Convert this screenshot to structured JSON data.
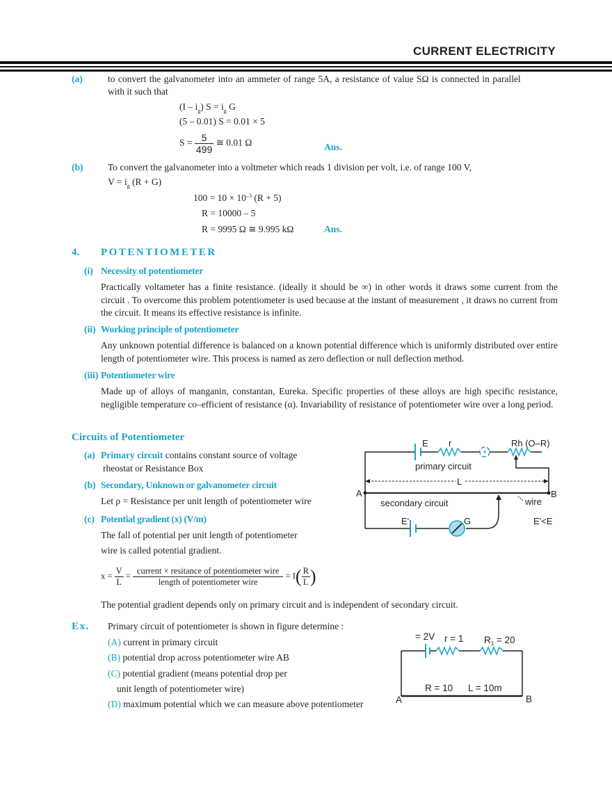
{
  "header": {
    "title": "CURRENT ELECTRICITY"
  },
  "part_a": {
    "label": "(a)",
    "text_line1": "to convert the galvanometer into an ammeter of range 5A, a resistance of value SΩ is connected in parallel",
    "text_line2": "with it such that",
    "eq1_left": "(I – i",
    "eq1_sub": "g",
    "eq1_mid": ") S = i",
    "eq1_sub2": "g",
    "eq1_right": " G",
    "eq2": "(5 – 0.01) S = 0.01 × 5",
    "eq3_left": "S = ",
    "eq3_num": "5",
    "eq3_den": "499",
    "eq3_right": " ≅ 0.01 Ω",
    "ans": "Ans."
  },
  "part_b": {
    "label": "(b)",
    "text_line1": "To convert the galvanometer into a voltmeter which reads 1 division per volt, i.e. of range 100 V,",
    "eq0_left": "V = i",
    "eq0_sub": "g",
    "eq0_right": " (R + G)",
    "eq1_left": "100 = 10 × 10",
    "eq1_sup": "–3",
    "eq1_right": " (R + 5)",
    "eq2": "R = 10000 – 5",
    "eq3": "R = 9995  Ω ≅ 9.995 kΩ",
    "ans": "Ans."
  },
  "section4": {
    "number": "4.",
    "title": "POTENTIOMETER",
    "sub_i": {
      "label": "(i)",
      "title": "Necessity of potentiometer",
      "body": "Practically voltameter has a finite resistance. (ideally it should be ∞) in other words it draws some current from the circuit . To overcome this problem potentiometer  is used because at the instant of measurement , it draws no current from the circuit. It means its effective resistance is infinite."
    },
    "sub_ii": {
      "label": "(ii)",
      "title": "Working principle of potentiometer",
      "body": "Any unknown potential difference is balanced on a known potential difference which is uniformly distributed over entire length of potentiometer wire.  This process is named as zero deflection or null deflection method."
    },
    "sub_iii": {
      "label": "(iii)",
      "title": "Potentiometer  wire",
      "body": "Made up of alloys of manganin, constantan, Eureka. Specific properties of these alloys are high specific resistance, negligible temperature co–efficient  of resistance (α). Invariability of resistance of potentiometer wire over a long period."
    }
  },
  "circuits": {
    "title": "Circuits of Potentiometer",
    "a_label": "(a)",
    "a_title": "Primary circuit",
    "a_text1": " contains constant source of voltage",
    "a_text2": "rheostat or Resistance Box",
    "b_label": "(b)",
    "b_title": "Secondary, Unknown or galvanometer circuit",
    "b_text": "Let ρ = Resistance per unit length of potentiometer wire",
    "c_label": "(c)",
    "c_title": "Potential gradient (x) (V/m)",
    "c_text1": "The fall of potential per unit length of potentiometer",
    "c_text2": "wire is called potential gradient.",
    "formula": {
      "x_eq": "x = ",
      "f1_num": "V",
      "f1_den": "L",
      "eq": " = ",
      "f2_num": "current  ×  resitance of potentiometer wire",
      "f2_den": "length of potentiometer wire",
      "eq2": " = I",
      "f3_num": "R",
      "f3_den": "L"
    },
    "note": "The potential gradient depends only on primary circuit and is independent of secondary circuit."
  },
  "diagram1": {
    "label_E": "E",
    "label_r": "r",
    "label_Rh": "Rh (O–R)",
    "label_primary": "primary circuit",
    "label_L": "L",
    "label_A": "A",
    "label_B": "B",
    "label_secondary": "secondary circuit",
    "label_wire": "wire",
    "label_E2": "E'",
    "label_G": "G",
    "label_cond": "E'<E",
    "accent": "#1ba3c6"
  },
  "example": {
    "label": "Ex.",
    "intro": "Primary circuit of potentiometer is shown in figure determine :",
    "items": [
      {
        "label": "(A)",
        "text": " current in primary circuit"
      },
      {
        "label": "(B)",
        "text": " potential drop across potentiometer wire AB"
      },
      {
        "label": "(C)",
        "text": " potential gradient (means potential drop per"
      },
      {
        "label": "",
        "text": "unit length of potentiometer wire)"
      },
      {
        "label": "(D)",
        "text": " maximum potential which we can measure above potentiometer"
      }
    ]
  },
  "diagram2": {
    "label_emf": "= 2V",
    "label_r": "r = 1",
    "label_R1": "R",
    "label_R1_sub": "1",
    "label_R1_val": " = 20",
    "label_R": "R = 10",
    "label_L": "L = 10m",
    "label_A": "A",
    "label_B": "B"
  }
}
